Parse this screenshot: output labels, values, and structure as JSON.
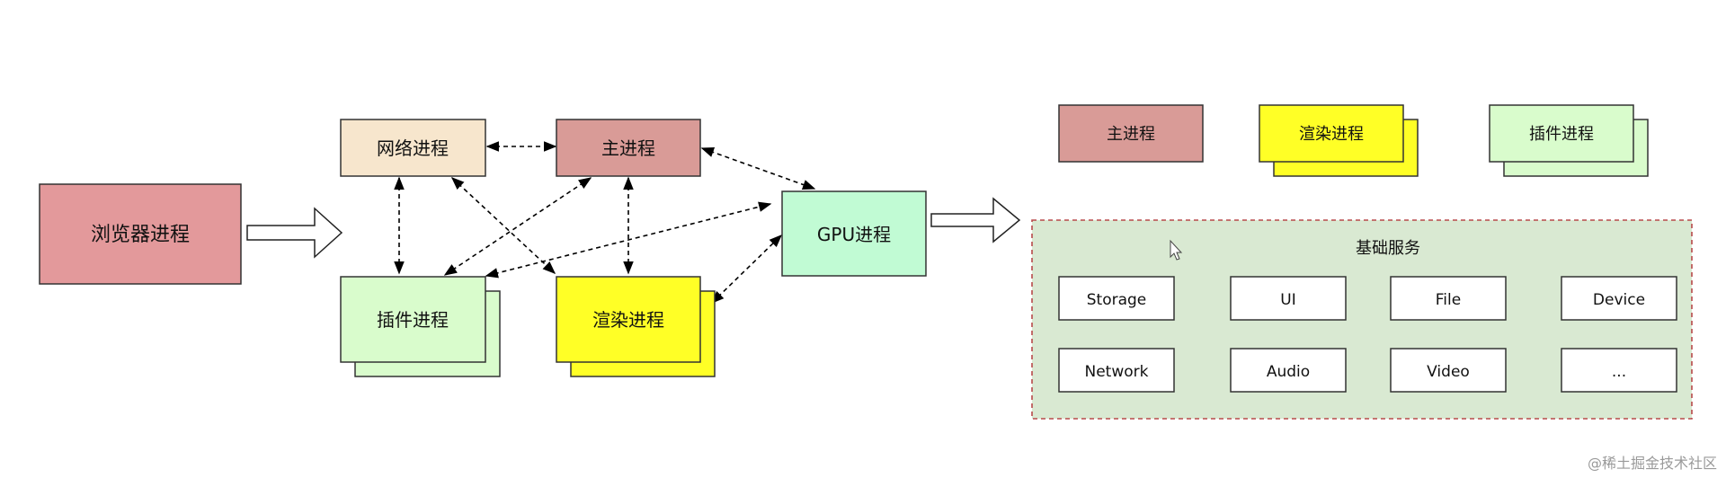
{
  "left_diagram": {
    "browser_process": "浏览器进程",
    "network_process": "网络进程",
    "main_process": "主进程",
    "plugin_process": "插件进程",
    "render_process": "渲染进程",
    "gpu_process": "GPU进程"
  },
  "right_diagram": {
    "legend": {
      "main_process": "主进程",
      "render_process": "渲染进程",
      "plugin_process": "插件进程"
    },
    "services": {
      "title": "基础服务",
      "items": [
        "Storage",
        "UI",
        "File",
        "Device",
        "Network",
        "Audio",
        "Video",
        "..."
      ]
    }
  },
  "watermark": "@稀土掘金技术社区",
  "colors": {
    "browser_fill": "#e3999b",
    "network_fill": "#f7e6cd",
    "main_fill": "#d99b97",
    "plugin_fill": "#d9fccc",
    "render_fill": "#ffff26",
    "gpu_fill": "#c1fbd4",
    "services_fill": "#d9e9d2",
    "services_border": "#b84a4a"
  }
}
